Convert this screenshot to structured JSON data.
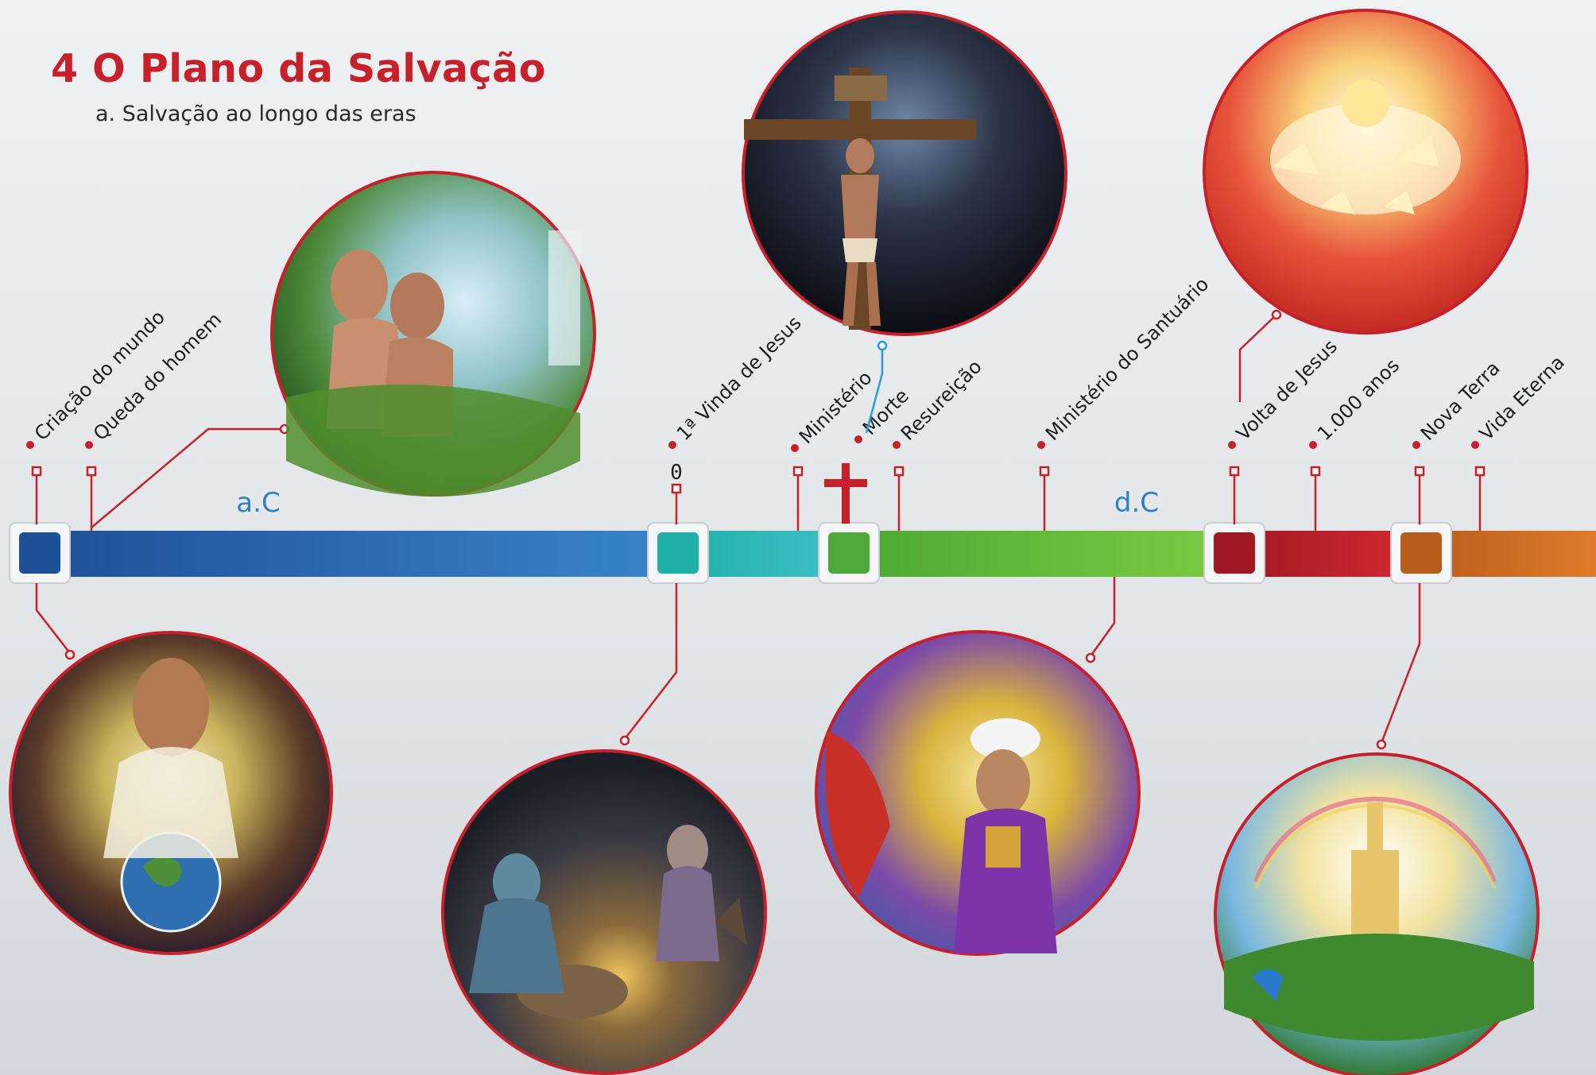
{
  "header": {
    "title": "4 O Plano da Salvação",
    "subtitle": "a. Salvação ao longo das eras"
  },
  "timeline": {
    "eras": [
      {
        "label": "a.C",
        "color": "#2f7fc2"
      },
      {
        "label": "d.C",
        "color": "#2f7fc2"
      }
    ],
    "year_zero": "0",
    "events": [
      {
        "label": "Criação do mundo"
      },
      {
        "label": "Queda do homem"
      },
      {
        "label": "1ª Vinda de Jesus"
      },
      {
        "label": "Ministério"
      },
      {
        "label": "Morte"
      },
      {
        "label": "Resureição"
      },
      {
        "label": "Ministério do Santuário"
      },
      {
        "label": "Volta de Jesus"
      },
      {
        "label": "1.000 anos"
      },
      {
        "label": "Nova Terra"
      },
      {
        "label": "Vida Eterna"
      }
    ],
    "segment_colors": [
      "#1f4f96",
      "#2ab3a6",
      "#5ab03a",
      "#b81d2a",
      "#c86a1e"
    ]
  },
  "illustrations": [
    {
      "subject": "Jesus segurando a Terra"
    },
    {
      "subject": "Adão e Eva no Éden"
    },
    {
      "subject": "Nascimento de Jesus"
    },
    {
      "subject": "Crucificação"
    },
    {
      "subject": "Sumo sacerdote no santuário"
    },
    {
      "subject": "Volta de Jesus com os anjos"
    },
    {
      "subject": "Nova Jerusalém"
    }
  ],
  "colors": {
    "title": "#c8202b",
    "connector": "#c8202b",
    "accent_blue": "#2a9bd8"
  }
}
